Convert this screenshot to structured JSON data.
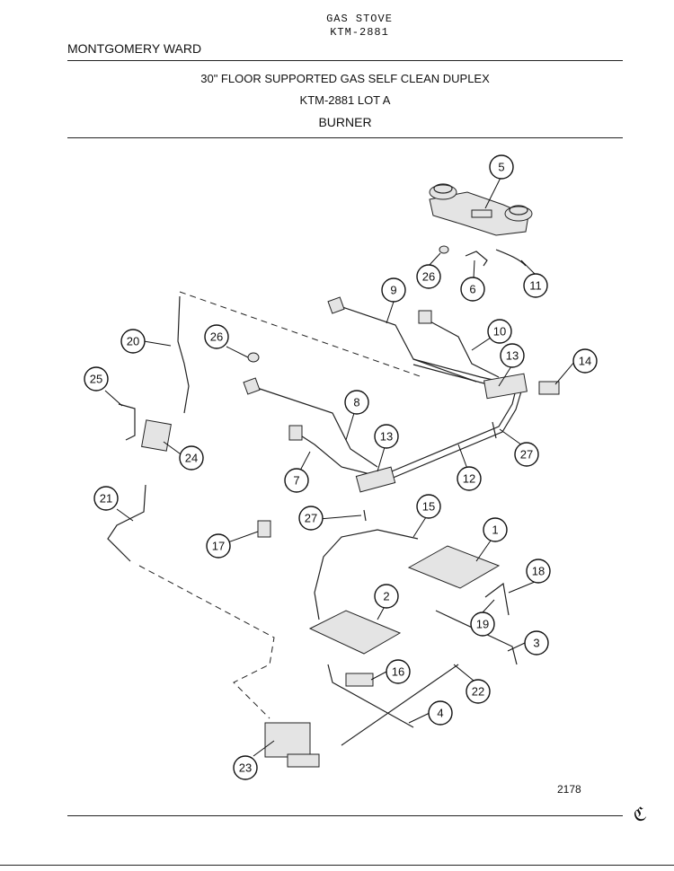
{
  "header": {
    "doc_type": "GAS STOVE",
    "model": "KTM-2881",
    "brand": "MONTGOMERY WARD"
  },
  "titles": {
    "product": "30\" FLOOR SUPPORTED GAS SELF CLEAN DUPLEX",
    "lot": "KTM-2881 LOT A",
    "section": "BURNER"
  },
  "callouts": [
    "1",
    "2",
    "3",
    "4",
    "5",
    "6",
    "7",
    "8",
    "9",
    "10",
    "11",
    "12",
    "13",
    "13",
    "14",
    "15",
    "16",
    "17",
    "18",
    "19",
    "20",
    "21",
    "22",
    "23",
    "24",
    "25",
    "26",
    "26",
    "27",
    "27"
  ],
  "footer": {
    "page_number": "2178",
    "corner_mark": "ℭ"
  }
}
